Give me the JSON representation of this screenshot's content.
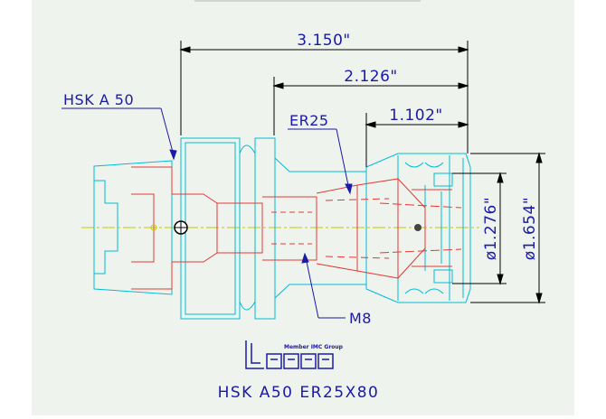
{
  "dimensions": {
    "overall_length": "3.150\"",
    "length_2": "2.126\"",
    "length_3": "1.102\"",
    "diameter_1": "ø1.276\"",
    "diameter_2": "ø1.654\""
  },
  "labels": {
    "interface": "HSK A 50",
    "collet": "ER25",
    "thread": "M8"
  },
  "brand": {
    "group_text": "Member IMC Group",
    "logo_name": "iscar-logo"
  },
  "title": "HSK A50 ER25X80",
  "colors": {
    "outline": "#00bcd4",
    "inner": "#e53935",
    "dimension": "#1a1aa6",
    "center": "#c8c800",
    "line": "#000000",
    "panel": "#eef3ee"
  }
}
